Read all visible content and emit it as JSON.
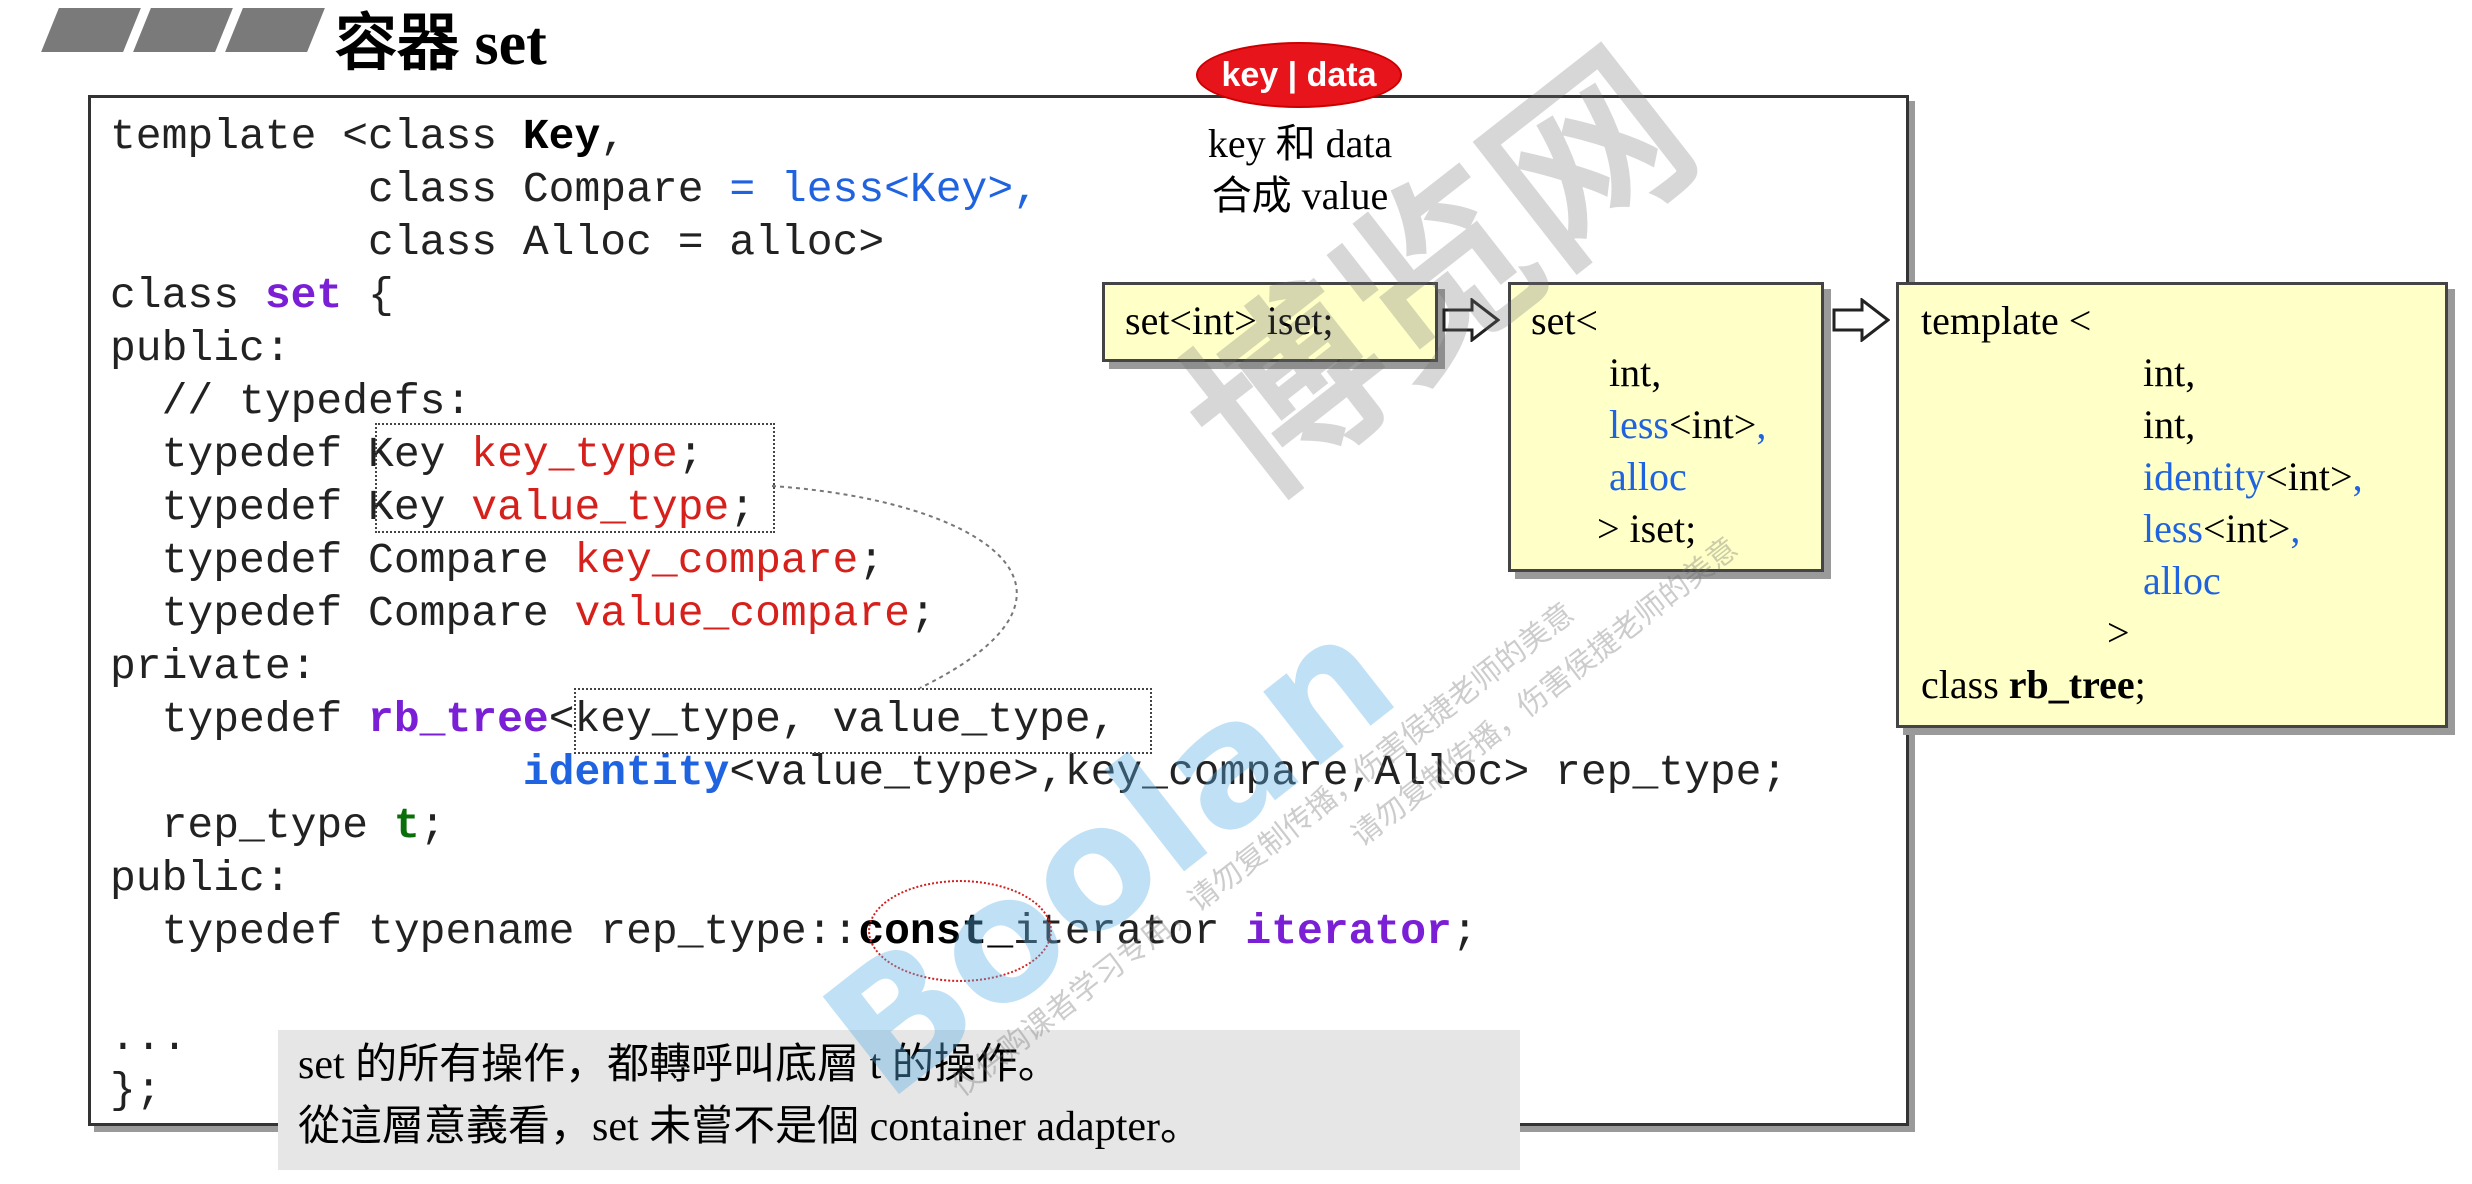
{
  "header": {
    "title_zh": "容器",
    "title_en": "set"
  },
  "code": {
    "l01": [
      "template <class ",
      "Key",
      ","
    ],
    "l02": [
      "          class Compare ",
      "= less<Key>,"
    ],
    "l03": "          class Alloc = alloc>",
    "l04": [
      "class ",
      "set",
      " {"
    ],
    "l05": "public:",
    "l06": "  // typedefs:",
    "l07": [
      "  typedef Key ",
      "key_type",
      ";"
    ],
    "l08": [
      "  typedef Key ",
      "value_type",
      ";"
    ],
    "l09": [
      "  typedef Compare ",
      "key_compare",
      ";"
    ],
    "l10": [
      "  typedef Compare ",
      "value_compare",
      ";"
    ],
    "l11": "private:",
    "l12": [
      "  typedef ",
      "rb_tree",
      "<key_type, value_type,"
    ],
    "l13": [
      "                ",
      "identity",
      "<value_type>,key_compare,Alloc> rep_type;"
    ],
    "l14": [
      "  rep_type ",
      "t",
      ";"
    ],
    "l15": "public:",
    "l16": [
      "  typedef typename rep_type::",
      "const_",
      "iterator ",
      "iterator",
      ";"
    ],
    "l17": "",
    "l18": "...",
    "l19": "};"
  },
  "badge": {
    "text": "key | data"
  },
  "caption": {
    "line1": "key 和 data",
    "line2": "合成 value"
  },
  "box1": {
    "text": "set<int> iset;"
  },
  "box2": {
    "l1": "set<",
    "l2": "int,",
    "l3a": "less",
    "l3b": "<int>",
    "l3c": ",",
    "l4": "alloc",
    "l5": "> iset;"
  },
  "box3": {
    "l1": "template <",
    "l2": "int,",
    "l3": "int,",
    "l4a": "identity",
    "l4b": "<int>",
    "l4c": ",",
    "l5a": "less",
    "l5b": "<int>",
    "l5c": ",",
    "l6": "alloc",
    "l7": ">",
    "l8a": "class ",
    "l8b": "rb_tree",
    "l8c": ";"
  },
  "note": {
    "line1": "set 的所有操作，都轉呼叫底層 t 的操作。",
    "line2": "從這層意義看，set 未嘗不是個 container adapter。"
  },
  "watermark": {
    "brand_zh": "博览网",
    "brand_en": "Boolan",
    "notice": "仅供购课者学习专用，请勿复制传播，伤害侯捷老师的美意",
    "notice2": "请勿复制传播，伤害侯捷老师的美意"
  },
  "colors": {
    "keyword": "#7a1fd6",
    "type_name": "#d6201c",
    "template_arg": "#1f63e0",
    "member": "#0a6e0a",
    "badge": "#e8141b",
    "box_fill": "#ffffc8",
    "note_fill": "#e6e6e6"
  }
}
